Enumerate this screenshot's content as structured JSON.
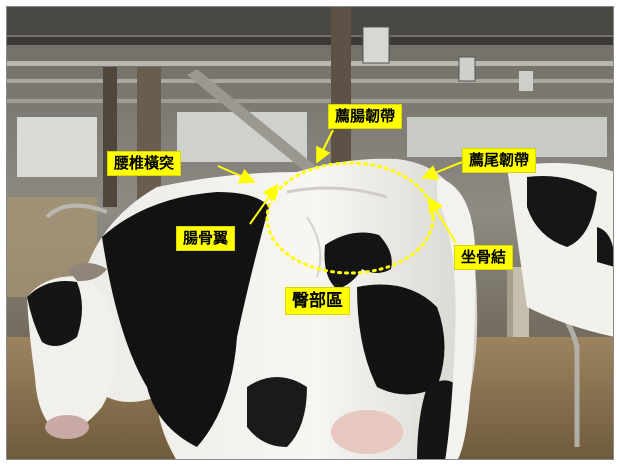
{
  "labels": {
    "hook_ligament": "薦腸韌帶",
    "lumbar_transverse": "腰椎橫突",
    "tail_ligament": "薦尾韌帶",
    "hook_bone": "腸骨翼",
    "pin_bone": "坐骨結",
    "rump_area": "臀部區"
  },
  "colors": {
    "label_bg": "#ffff00",
    "label_text": "#000000",
    "annotation": "#ffff00"
  },
  "icons": {
    "ear_tag": "ear-tag-icon"
  }
}
